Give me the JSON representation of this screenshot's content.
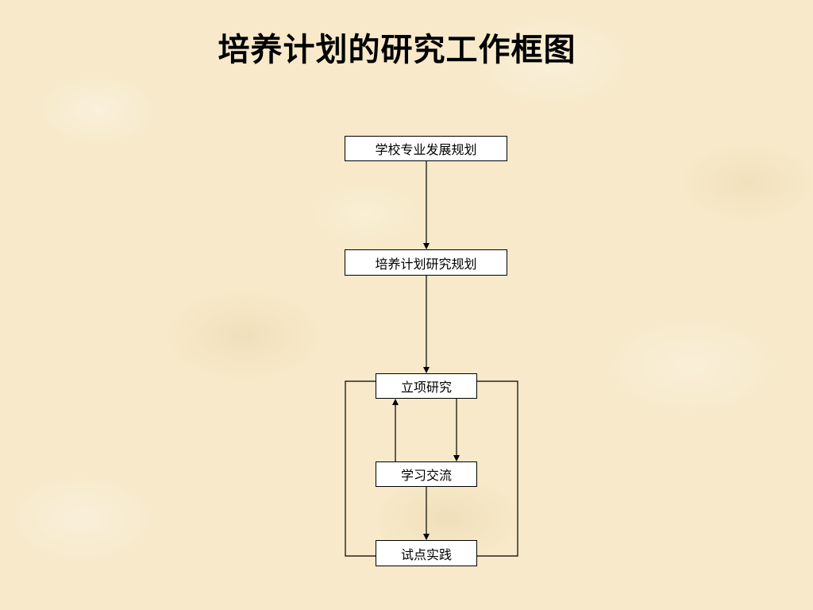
{
  "title": "培养计划的研究工作框图",
  "nodes": {
    "school_plan": "学校专业发展规划",
    "curriculum_plan": "培养计划研究规划",
    "project_research": "立项研究",
    "learning_exchange": "学习交流",
    "pilot_practice": "试点实践"
  },
  "edges": [
    {
      "from": "学校专业发展规划",
      "to": "培养计划研究规划"
    },
    {
      "from": "培养计划研究规划",
      "to": "立项研究"
    },
    {
      "from": "立项研究",
      "to": "学习交流"
    },
    {
      "from": "学习交流",
      "to": "立项研究"
    },
    {
      "from": "学习交流",
      "to": "试点实践"
    },
    {
      "from": "立项研究",
      "to": "试点实践",
      "style": "loop-left"
    },
    {
      "from": "立项研究",
      "to": "试点实践",
      "style": "loop-right"
    }
  ],
  "colors": {
    "background": "#f7e9c9",
    "box_fill": "#ffffff",
    "stroke": "#000000"
  }
}
